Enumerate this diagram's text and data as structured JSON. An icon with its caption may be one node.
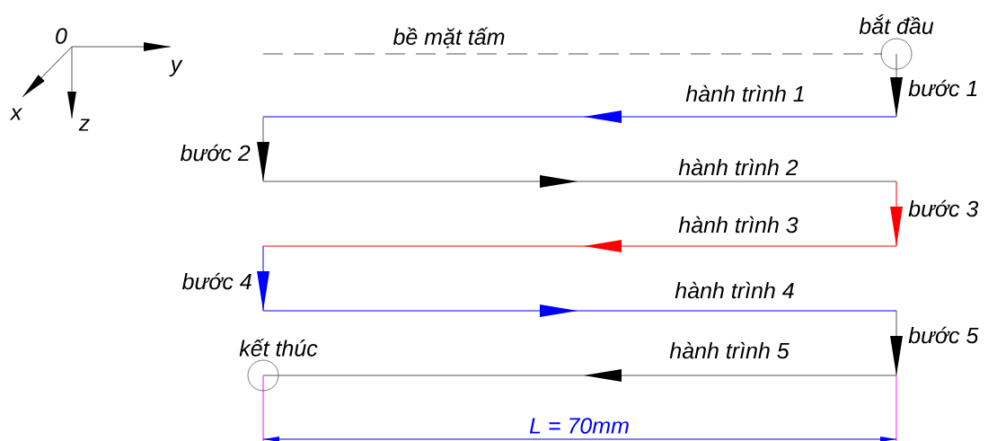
{
  "diagram": {
    "nodes": [
      {
        "text": [
          "bắt đầu"
        ]
      },
      {
        "text": [
          "kết thúc"
        ]
      }
    ],
    "labels": [
      "0",
      "y",
      "x",
      "z",
      "bề mặt tấm",
      "hành trình 1",
      "bước 1",
      "bước 2",
      "hành trình 2",
      "bước 3",
      "hành trình 3",
      "bước 4",
      "hành trình 4",
      "bước 5",
      "hành trình 5",
      "L = 70mm"
    ]
  }
}
